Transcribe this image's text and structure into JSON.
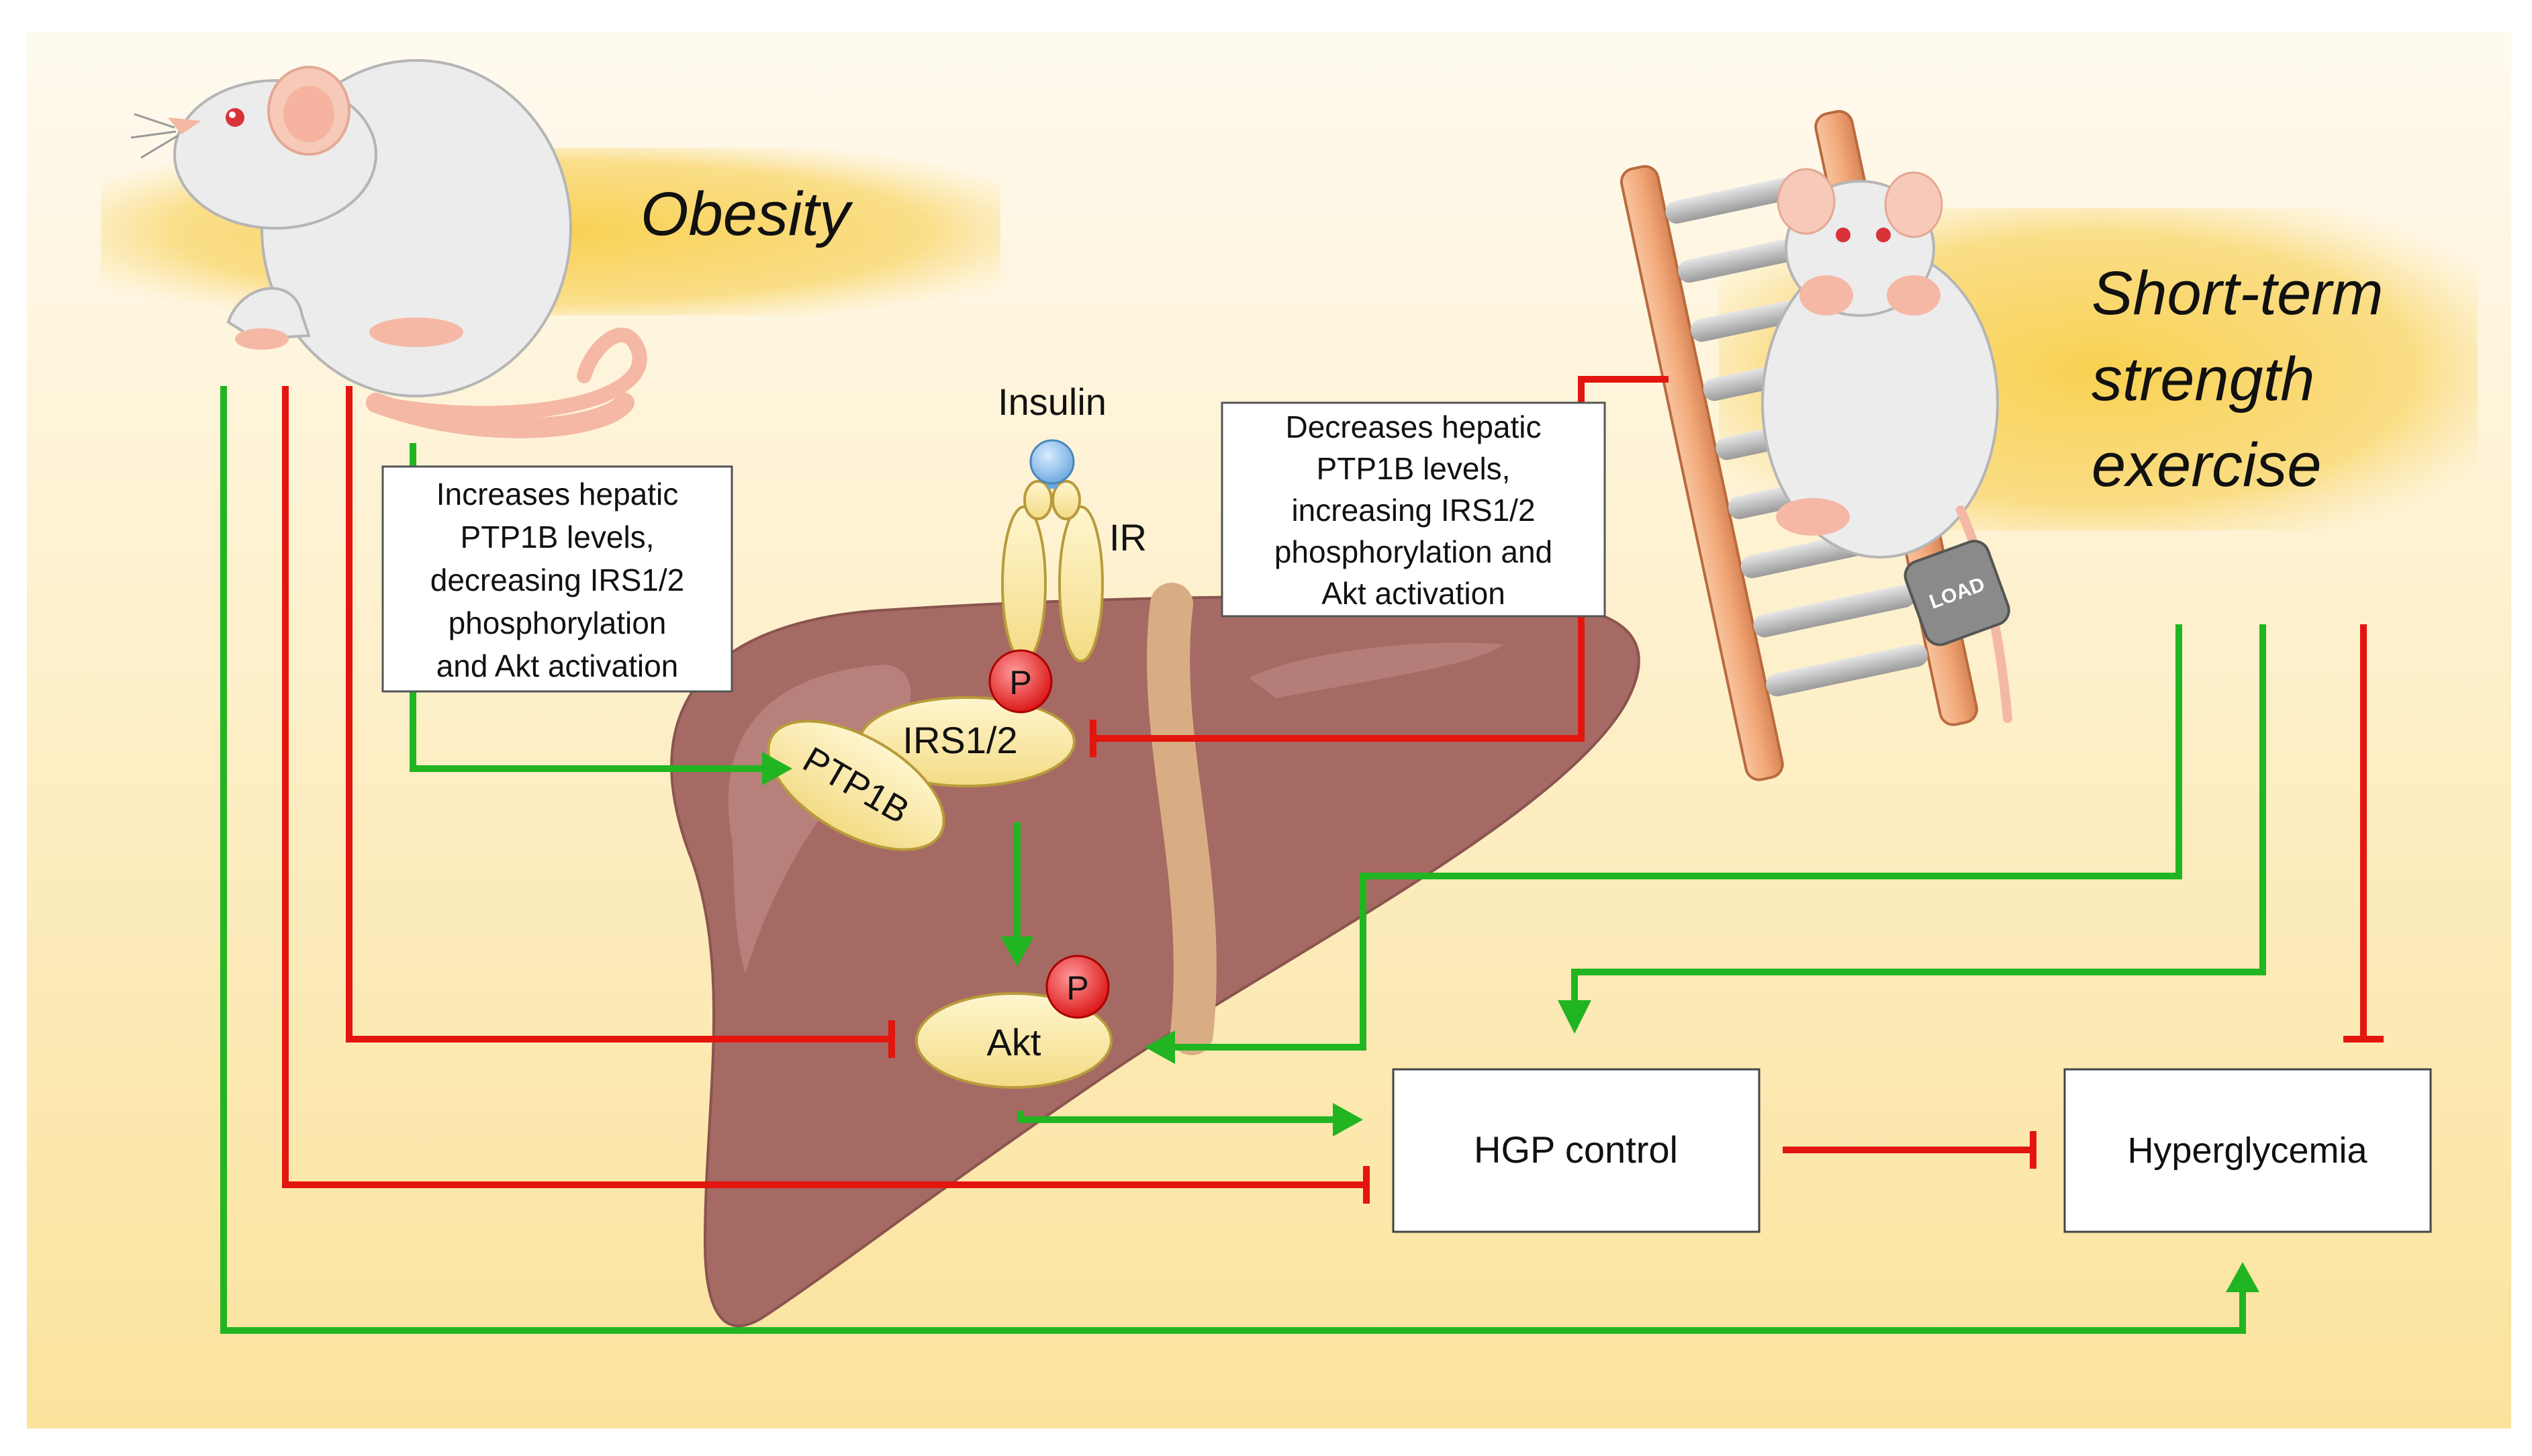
{
  "title": "",
  "conditions": {
    "obesity": "Obesity",
    "exercise": [
      "Short-term",
      "strength",
      "exercise"
    ]
  },
  "notes": {
    "obesity_effect": [
      "Increases hepatic",
      "PTP1B levels,",
      "decreasing IRS1/2",
      "phosphorylation",
      "and Akt activation"
    ],
    "exercise_effect": [
      "Decreases hepatic",
      "PTP1B levels,",
      "increasing IRS1/2",
      "phosphorylation and",
      "Akt activation"
    ]
  },
  "molecules": {
    "insulin": "Insulin",
    "receptor": "IR",
    "irs": "IRS1/2",
    "ptp1b": "PTP1B",
    "akt": "Akt",
    "phospho": "P"
  },
  "outcomes": {
    "hgp": "HGP control",
    "hyperglycemia": "Hyperglycemia"
  },
  "ladder_load": "LOAD",
  "colors": {
    "activation": "#21b521",
    "inhibition": "#e3150f",
    "background": "#fdf0c8",
    "liver": "#a66a64",
    "node_fill": "#fbeaa4"
  }
}
